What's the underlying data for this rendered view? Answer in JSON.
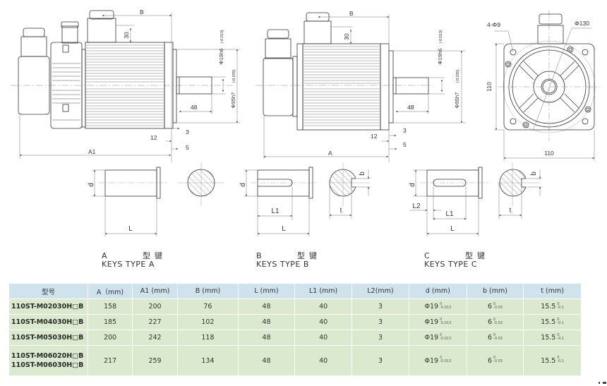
{
  "drawing_side_a": {
    "label_B": "B",
    "label_30": "30",
    "label_shaft_dia": "Φ19h6",
    "label_shaft_tol": "(-0.013)",
    "label_spigot_dia": "Φ95h7",
    "label_spigot_tol": "(-0.035)",
    "label_48": "48",
    "label_12": "12",
    "label_3": "3",
    "label_5": "5",
    "label_overall": "A1"
  },
  "drawing_side_b": {
    "label_B": "B",
    "label_30": "30",
    "label_shaft_dia": "Φ19h6",
    "label_shaft_tol": "(-0.013)",
    "label_spigot_dia": "Φ95h7",
    "label_spigot_tol": "(-0.035)",
    "label_48": "48",
    "label_12": "12",
    "label_3": "3",
    "label_5": "5",
    "label_overall": "A"
  },
  "drawing_front": {
    "label_holes": "4-Φ9",
    "label_pcd": "Φ130",
    "label_height": "110",
    "label_width": "110"
  },
  "keys": [
    {
      "letter": "A",
      "cn": "型键",
      "en": "KEYS TYPE A",
      "dims": {
        "d": "d",
        "L": "L"
      }
    },
    {
      "letter": "B",
      "cn": "型键",
      "en": "KEYS TYPE B",
      "dims": {
        "d": "d",
        "L": "L",
        "L1": "L1",
        "t": "t",
        "b": "b"
      }
    },
    {
      "letter": "C",
      "cn": "型键",
      "en": "KEYS TYPE C",
      "dims": {
        "d": "d",
        "L": "L",
        "L1": "L1",
        "L2": "L2",
        "t": "t",
        "b": "b"
      }
    }
  ],
  "table": {
    "headers": [
      "型号",
      "A（mm)",
      "A1 (mm)",
      "B (mm)",
      "L (mm)",
      "L1 (mm)",
      "L2(mm)",
      "d (mm)",
      "b (mm)",
      "t (mm)"
    ],
    "rows": [
      {
        "models": [
          "110ST-M02030H□B"
        ],
        "A": "158",
        "A1": "200",
        "B": "76",
        "L": "48",
        "L1": "40",
        "L2": "3",
        "d": "Φ19",
        "d_tol_upper": "0",
        "d_tol_lower": "-0.013",
        "b": "6",
        "b_tol_upper": "0",
        "b_tol_lower": "-0.03",
        "t": "15.5",
        "t_tol_upper": "0",
        "t_tol_lower": "-0.1"
      },
      {
        "models": [
          "110ST-M04030H□B"
        ],
        "A": "185",
        "A1": "227",
        "B": "102",
        "L": "48",
        "L1": "40",
        "L2": "3",
        "d": "Φ19",
        "d_tol_upper": "0",
        "d_tol_lower": "-0.013",
        "b": "6",
        "b_tol_upper": "0",
        "b_tol_lower": "-0.03",
        "t": "15.5",
        "t_tol_upper": "0",
        "t_tol_lower": "-0.1"
      },
      {
        "models": [
          "110ST-M05030H□B"
        ],
        "A": "200",
        "A1": "242",
        "B": "118",
        "L": "48",
        "L1": "40",
        "L2": "3",
        "d": "Φ19",
        "d_tol_upper": "0",
        "d_tol_lower": "-0.013",
        "b": "6",
        "b_tol_upper": "0",
        "b_tol_lower": "-0.03",
        "t": "15.5",
        "t_tol_upper": "0",
        "t_tol_lower": "-0.1"
      },
      {
        "models": [
          "110ST-M06020H□B",
          "110ST-M06030H□B"
        ],
        "A": "217",
        "A1": "259",
        "B": "134",
        "L": "48",
        "L1": "40",
        "L2": "3",
        "d": "Φ19",
        "d_tol_upper": "0",
        "d_tol_lower": "-0.013",
        "b": "6",
        "b_tol_upper": "0",
        "b_tol_lower": "-0.03",
        "t": "15.5",
        "t_tol_upper": "0",
        "t_tol_lower": "-0.1"
      }
    ]
  },
  "colors": {
    "header_bg": "#cfe3ec",
    "row_bg": "#dbe9cf",
    "line": "#333333",
    "dim_line": "#666666"
  }
}
